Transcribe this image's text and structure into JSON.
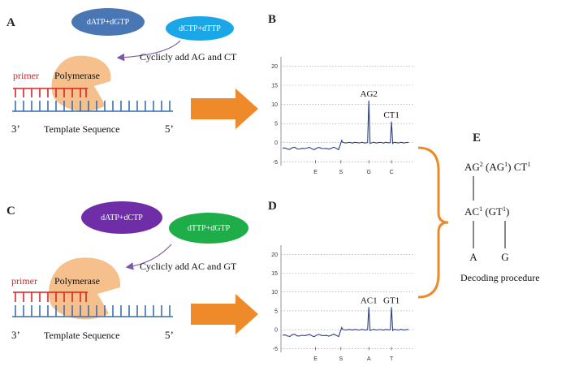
{
  "panels": {
    "a": "A",
    "b": "B",
    "c": "C",
    "d": "D",
    "e": "E"
  },
  "panel_a": {
    "ellipse1": "dATP+dGTP",
    "ellipse2": "dCTP+dTTP",
    "cycle_text": "Cyclicly add AG and CT",
    "primer": "primer",
    "polymerase": "Polymerase",
    "end3": "3’",
    "end5": "5’",
    "template": "Template Sequence",
    "ellipse1_color": "#4a77b4",
    "ellipse2_color": "#1aa7e8"
  },
  "panel_c": {
    "ellipse1": "dATP+dCTP",
    "ellipse2": "dTTP+dGTP",
    "cycle_text": "Cyclicly add AC and GT",
    "primer": "primer",
    "polymerase": "Polymerase",
    "end3": "3’",
    "end5": "5’",
    "template": "Template Sequence",
    "ellipse1_color": "#6f2da8",
    "ellipse2_color": "#1fad4a"
  },
  "decoding": {
    "top_line": {
      "main": "AG",
      "sup1": "2",
      "paren_main": " (AG",
      "paren_sup": "1",
      "paren_close": ") CT",
      "sup2": "1"
    },
    "mid_line": {
      "main": "AC",
      "sup1": "1",
      "paren_main": " (GT",
      "paren_sup": "1",
      "paren_close": ")"
    },
    "base_left": "A",
    "base_right": "G",
    "caption": "Decoding procedure"
  },
  "colors": {
    "primer": "#e02020",
    "template": "#3b6fb0",
    "polymerase": "#f5c08c",
    "arrow": "#ee8a2a",
    "bracket": "#ee8a2a",
    "trace": "#2b3f8c"
  },
  "chart_data": [
    {
      "type": "line",
      "panel": "B",
      "yticks": [
        -5,
        0,
        5,
        10,
        15,
        20
      ],
      "ylim": [
        -6,
        22
      ],
      "xticks": [
        "E",
        "S",
        "G",
        "C"
      ],
      "peaks": [
        {
          "label": "AG2",
          "base": "G",
          "height": 11
        },
        {
          "label": "CT1",
          "base": "C",
          "height": 5.5
        }
      ],
      "baseline_before": -1.5,
      "baseline_after": 0
    },
    {
      "type": "line",
      "panel": "D",
      "yticks": [
        -5,
        0,
        5,
        10,
        15,
        20
      ],
      "ylim": [
        -6,
        22
      ],
      "xticks": [
        "E",
        "S",
        "A",
        "T"
      ],
      "peaks": [
        {
          "label": "AC1",
          "base": "A",
          "height": 6
        },
        {
          "label": "GT1",
          "base": "T",
          "height": 6
        }
      ],
      "baseline_before": -1.5,
      "baseline_after": 0
    }
  ]
}
